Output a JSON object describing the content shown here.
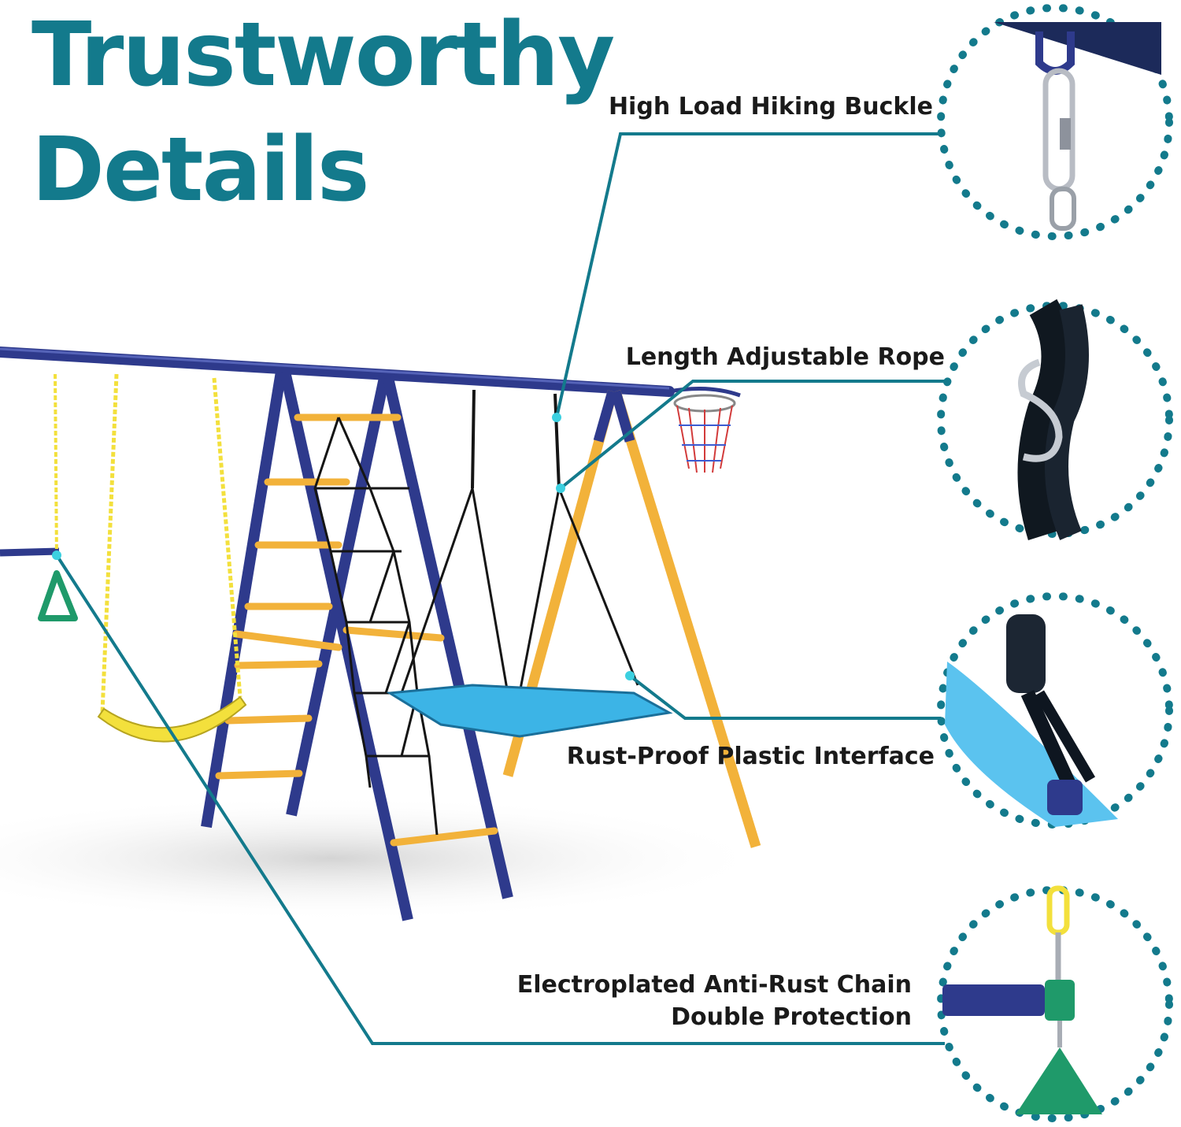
{
  "heading": {
    "line1": "Trustworthy",
    "line2": "Details"
  },
  "callouts": [
    {
      "label": "High Load Hiking Buckle",
      "icon": "carabiner-icon"
    },
    {
      "label": "Length Adjustable Rope",
      "icon": "rope-hook-icon"
    },
    {
      "label": "Rust-Proof Plastic Interface",
      "icon": "rope-connector-icon"
    },
    {
      "label_line1": "Electroplated Anti-Rust Chain",
      "label_line2": "Double Protection",
      "icon": "chain-bracket-icon"
    }
  ],
  "colors": {
    "accent": "#137a8c",
    "frame_blue": "#2e3a8c",
    "frame_yellow": "#f2b23a",
    "seat_blue": "#3cb4e6",
    "ring_green": "#1f9a6a",
    "swing_yellow": "#f3e03c"
  }
}
